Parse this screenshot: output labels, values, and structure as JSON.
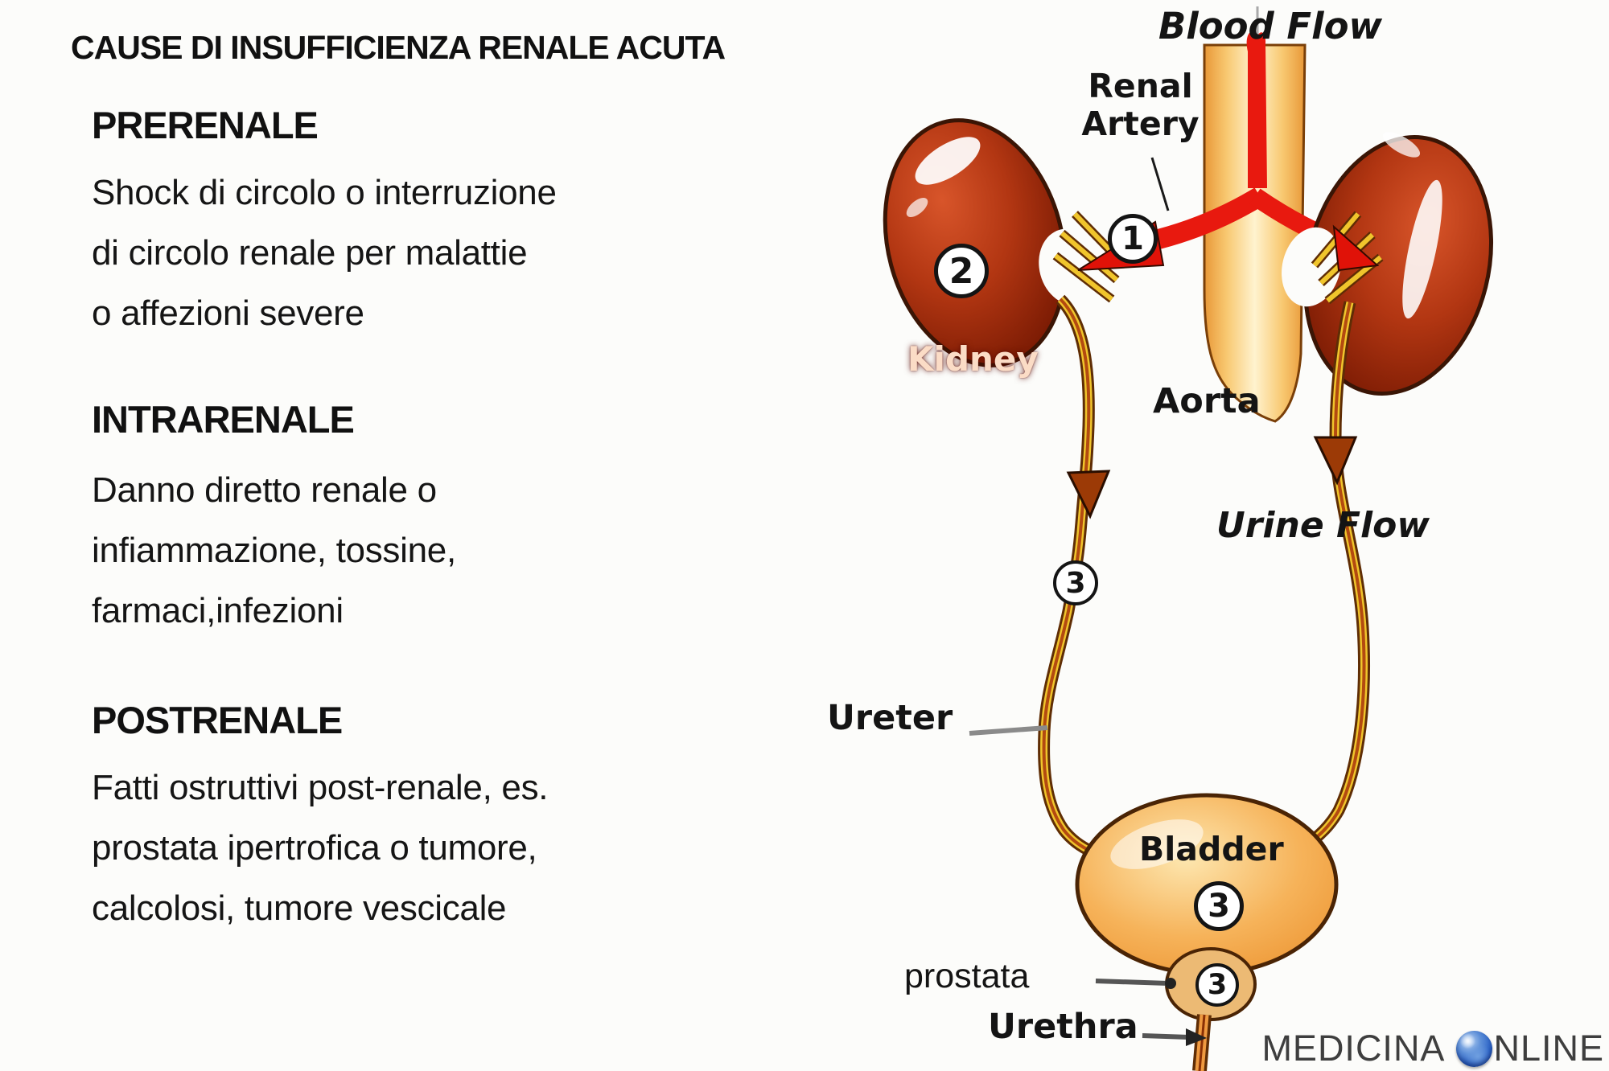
{
  "title": "CAUSE DI INSUFFICIENZA RENALE ACUTA",
  "sections": [
    {
      "heading": "PRERENALE",
      "lines": [
        "Shock di circolo o interruzione",
        "di circolo renale per malattie",
        "o affezioni severe"
      ]
    },
    {
      "heading": "INTRARENALE",
      "lines": [
        "Danno diretto renale o",
        "infiammazione, tossine,",
        "farmaci,infezioni"
      ]
    },
    {
      "heading": "POSTRENALE",
      "lines": [
        "Fatti ostruttivi post-renale, es.",
        "prostata ipertrofica o tumore,",
        "calcolosi, tumore vescicale"
      ]
    }
  ],
  "diagram": {
    "labels": {
      "blood_flow": "Blood Flow",
      "renal_artery_line1": "Renal",
      "renal_artery_line2": "Artery",
      "kidney": "Kidney",
      "aorta": "Aorta",
      "urine_flow": "Urine Flow",
      "ureter": "Ureter",
      "bladder": "Bladder",
      "prostata": "prostata",
      "urethra": "Urethra"
    },
    "markers": {
      "renal_artery_num": "1",
      "kidney_num": "2",
      "ureter_num": "3",
      "bladder_num": "3",
      "prostate_num": "3"
    }
  },
  "watermark": {
    "part1": "MEDICINA",
    "part2": "NLINE"
  },
  "colors": {
    "kidney": "#a82a0c",
    "aorta": "#f6c46a",
    "artery_red": "#e8190f",
    "ureter_yellow": "#f0c52c",
    "bladder_orange": "#f5a847",
    "text_black": "#151515",
    "watermark_gray": "#3e3e3e",
    "globe_blue": "#2c64c8"
  }
}
